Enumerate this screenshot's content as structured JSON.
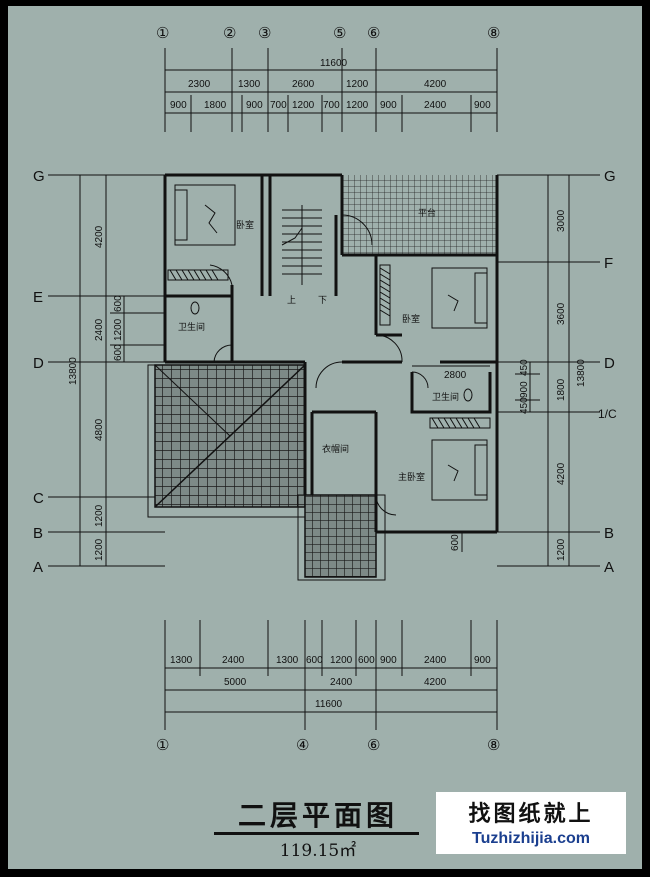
{
  "axes_top": [
    "①",
    "②",
    "③",
    "⑤",
    "⑥",
    "⑧"
  ],
  "axes_bottom": [
    "①",
    "④",
    "⑥",
    "⑧"
  ],
  "axes_left": [
    "G",
    "E",
    "D",
    "C",
    "B",
    "A"
  ],
  "axes_right": [
    "G",
    "F",
    "D",
    "1/C",
    "B",
    "A"
  ],
  "dims_top": {
    "total": "11600",
    "row1": [
      "2300",
      "1300",
      "2600",
      "1200",
      "4200"
    ],
    "row2": [
      "900",
      "1800",
      "900",
      "700",
      "1200",
      "700",
      "1200",
      "900",
      "2400",
      "900"
    ]
  },
  "dims_bottom": {
    "row1": [
      "1300",
      "2400",
      "1300",
      "600",
      "1200",
      "600",
      "900",
      "2400",
      "900"
    ],
    "row2": [
      "5000",
      "2400",
      "4200"
    ],
    "total": "11600"
  },
  "dims_left": {
    "total": "13800",
    "outer": [
      "4200",
      "2400",
      "4800",
      "1200",
      "1200"
    ],
    "inner": [
      "600",
      "1200",
      "600"
    ]
  },
  "dims_right": {
    "total": "13800",
    "outer": [
      "3000",
      "3600",
      "1800",
      "4200",
      "1200"
    ],
    "inner": [
      "450",
      "900",
      "450"
    ]
  },
  "internal_dims": {
    "d2800": "2800",
    "d600": "600"
  },
  "rooms": {
    "bedroom_nw": "卧室",
    "terrace": "平台",
    "bedroom_e": "卧室",
    "bathroom_w": "卫生间",
    "stair_up": "上",
    "stair_down": "下",
    "bathroom_e": "卫生间",
    "closet": "衣帽间",
    "master_bedroom": "主卧室"
  },
  "title": "二层平面图",
  "area": "119.15㎡",
  "watermark": {
    "cn": "找图纸就上",
    "url": "Tuzhizhijia.com"
  },
  "colors": {
    "background": "#9fb0ac",
    "border": "#000000",
    "ink": "#111111",
    "watermark_url": "#1b3f8f"
  }
}
